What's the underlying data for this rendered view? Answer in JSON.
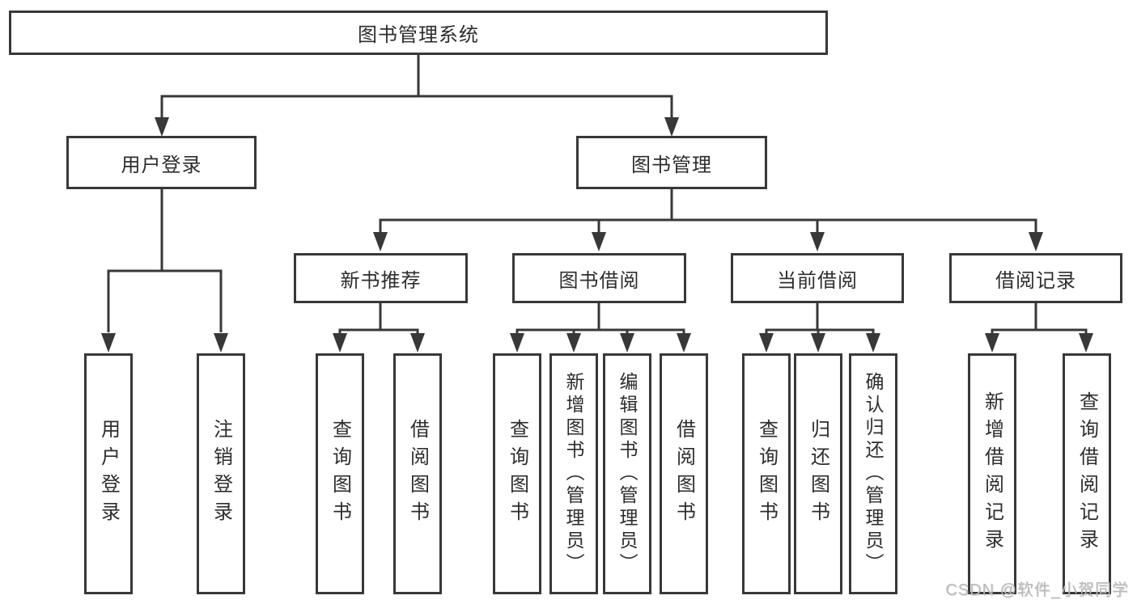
{
  "watermark": "CSDN @软件_小贺同学",
  "colors": {
    "line": "#383838",
    "text": "#2d2d2d",
    "box-bg": "#ffffff",
    "watermark": "#b9b9b9",
    "background": "#ffffff"
  },
  "tree": {
    "root": "图书管理系统",
    "branches": [
      {
        "label": "用户登录",
        "leaves": [
          "用户登录",
          "注销登录"
        ]
      },
      {
        "label": "图书管理",
        "groups": [
          {
            "label": "新书推荐",
            "leaves": [
              "查询图书",
              "借阅图书"
            ]
          },
          {
            "label": "图书借阅",
            "leaves": [
              "查询图书",
              "新增图书（管理员）",
              "编辑图书（管理员）",
              "借阅图书"
            ]
          },
          {
            "label": "当前借阅",
            "leaves": [
              "查询图书",
              "归还图书",
              "确认归还（管理员）"
            ]
          },
          {
            "label": "借阅记录",
            "leaves": [
              "新增借阅记录",
              "查询借阅记录"
            ]
          }
        ]
      }
    ]
  }
}
